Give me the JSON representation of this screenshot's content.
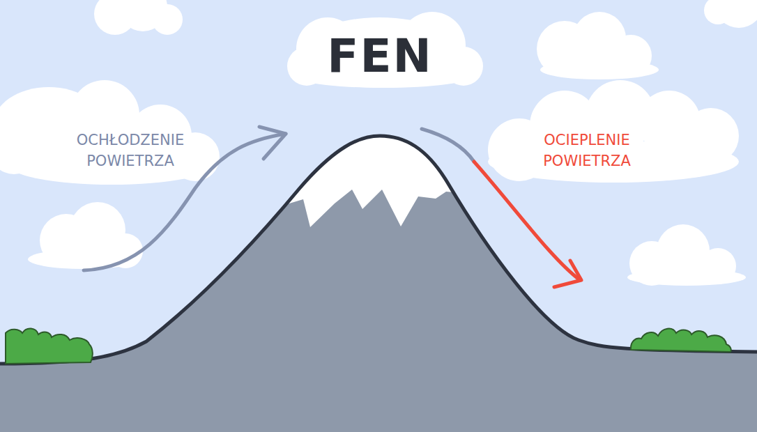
{
  "diagram": {
    "title": "FEN",
    "labels": [
      "OCHŁODZENIE POWIETRZA",
      "OCIEPLENIE POWIETRZA"
    ]
  }
}
